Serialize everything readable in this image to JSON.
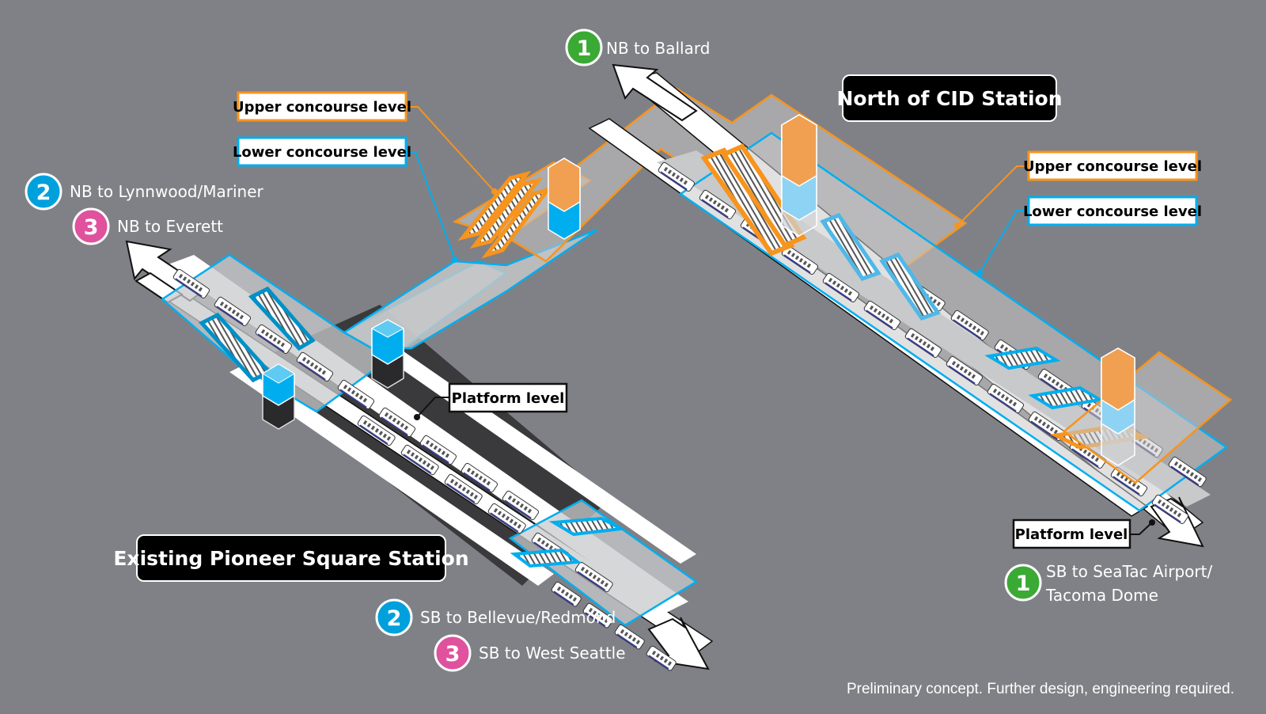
{
  "diagram": {
    "type": "isometric-station-concept",
    "background_color": "#808186",
    "colors": {
      "upper_concourse": "#F7941D",
      "lower_concourse": "#00AEEF",
      "line_1": "#3AAA35",
      "line_2": "#00A0DC",
      "line_3": "#E0519E",
      "platform_trackway": "#3A3A3C",
      "concourse_fill": "#C8C9CB"
    }
  },
  "stations": {
    "north_cid": {
      "title": "North of CID Station"
    },
    "pioneer_square": {
      "title": "Existing Pioneer Square Station"
    }
  },
  "level_labels": {
    "left_upper": "Upper concourse level",
    "left_lower": "Lower concourse level",
    "right_upper": "Upper concourse level",
    "right_lower": "Lower concourse level",
    "left_platform": "Platform level",
    "right_platform": "Platform level"
  },
  "routes": {
    "nb_ballard": {
      "badge": "1",
      "line_color": "green",
      "text": "NB to Ballard"
    },
    "nb_lynnwood": {
      "badge": "2",
      "line_color": "blue",
      "text": "NB to Lynnwood/Mariner"
    },
    "nb_everett": {
      "badge": "3",
      "line_color": "magenta",
      "text": "NB to Everett"
    },
    "sb_seatac": {
      "badge": "1",
      "line_color": "green",
      "text_line1": "SB to SeaTac Airport/",
      "text_line2": "Tacoma Dome"
    },
    "sb_bellevue": {
      "badge": "2",
      "line_color": "blue",
      "text": "SB to Bellevue/Redmond"
    },
    "sb_west_seattle": {
      "badge": "3",
      "line_color": "magenta",
      "text": "SB to West Seattle"
    }
  },
  "footer": {
    "disclaimer": "Preliminary concept.  Further design, engineering required."
  }
}
